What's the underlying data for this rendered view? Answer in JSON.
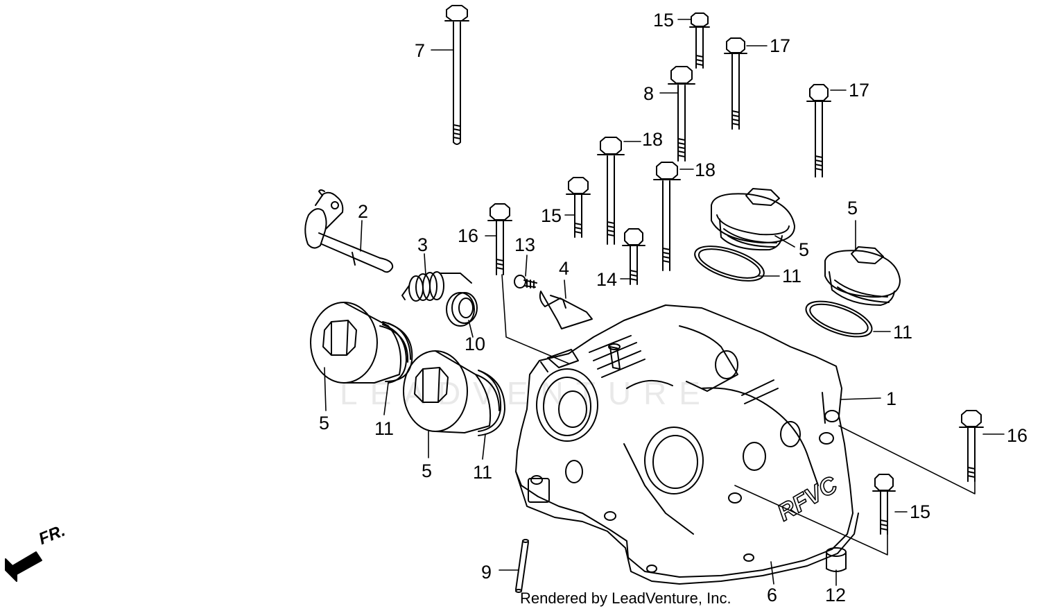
{
  "diagram": {
    "credit": "Rendered by LeadVenture, Inc.",
    "watermark": "LEADVENTURE",
    "front_marker": "FR.",
    "callouts": [
      {
        "id": "c1",
        "text": "1"
      },
      {
        "id": "c2",
        "text": "2"
      },
      {
        "id": "c3",
        "text": "3"
      },
      {
        "id": "c4",
        "text": "4"
      },
      {
        "id": "c5a",
        "text": "5"
      },
      {
        "id": "c5b",
        "text": "5"
      },
      {
        "id": "c5c",
        "text": "5"
      },
      {
        "id": "c5d",
        "text": "5"
      },
      {
        "id": "c6",
        "text": "6"
      },
      {
        "id": "c7",
        "text": "7"
      },
      {
        "id": "c8",
        "text": "8"
      },
      {
        "id": "c9",
        "text": "9"
      },
      {
        "id": "c10",
        "text": "10"
      },
      {
        "id": "c11a",
        "text": "11"
      },
      {
        "id": "c11b",
        "text": "11"
      },
      {
        "id": "c11c",
        "text": "11"
      },
      {
        "id": "c11d",
        "text": "11"
      },
      {
        "id": "c12",
        "text": "12"
      },
      {
        "id": "c13",
        "text": "13"
      },
      {
        "id": "c14",
        "text": "14"
      },
      {
        "id": "c15a",
        "text": "15"
      },
      {
        "id": "c15b",
        "text": "15"
      },
      {
        "id": "c15c",
        "text": "15"
      },
      {
        "id": "c16a",
        "text": "16"
      },
      {
        "id": "c16b",
        "text": "16"
      },
      {
        "id": "c17a",
        "text": "17"
      },
      {
        "id": "c17b",
        "text": "17"
      },
      {
        "id": "c18a",
        "text": "18"
      },
      {
        "id": "c18b",
        "text": "18"
      }
    ],
    "cover_emboss": "RFVC"
  }
}
